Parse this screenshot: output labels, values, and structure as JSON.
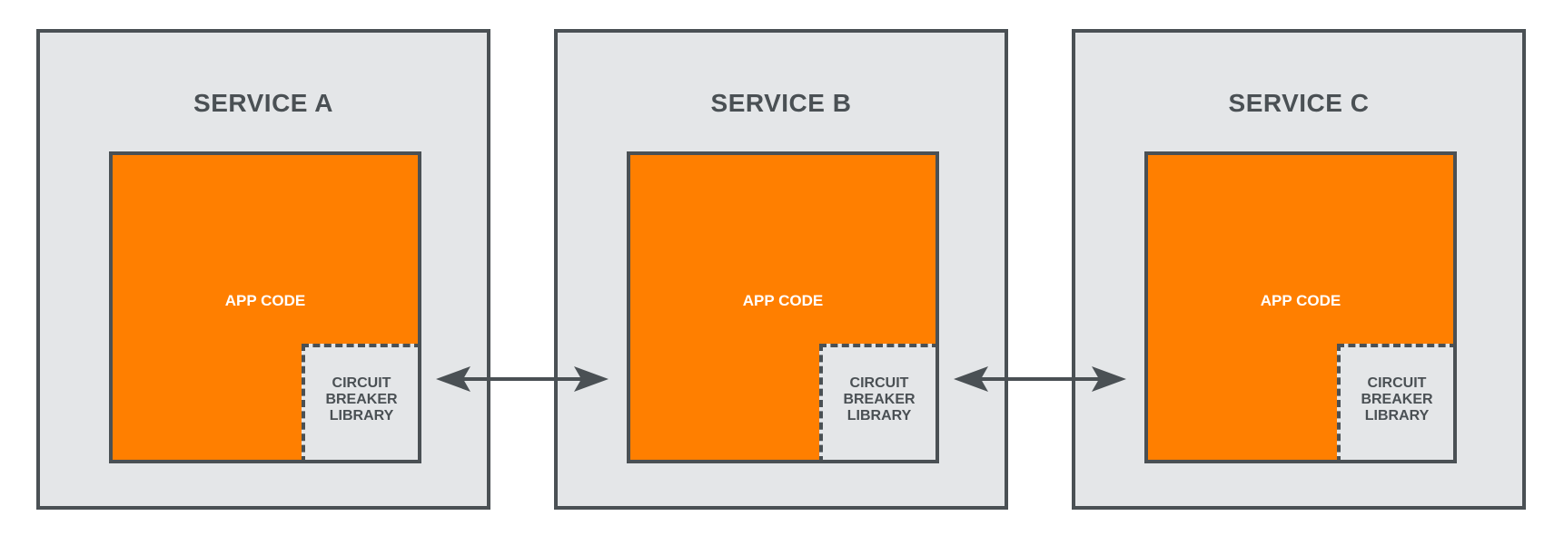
{
  "colors": {
    "service_bg": "#e4e6e8",
    "border": "#4a5054",
    "app_code_bg": "#ff7f00",
    "app_code_text": "#ffffff",
    "text": "#4a5054"
  },
  "services": [
    {
      "title": "SERVICE A",
      "app_code_label": "APP CODE",
      "breaker": {
        "line1": "CIRCUIT",
        "line2": "BREAKER",
        "line3": "LIBRARY"
      }
    },
    {
      "title": "SERVICE B",
      "app_code_label": "APP CODE",
      "breaker": {
        "line1": "CIRCUIT",
        "line2": "BREAKER",
        "line3": "LIBRARY"
      }
    },
    {
      "title": "SERVICE C",
      "app_code_label": "APP CODE",
      "breaker": {
        "line1": "CIRCUIT",
        "line2": "BREAKER",
        "line3": "LIBRARY"
      }
    }
  ],
  "connections": [
    {
      "from": "SERVICE A",
      "to": "SERVICE B",
      "direction": "bidirectional"
    },
    {
      "from": "SERVICE B",
      "to": "SERVICE C",
      "direction": "bidirectional"
    }
  ]
}
